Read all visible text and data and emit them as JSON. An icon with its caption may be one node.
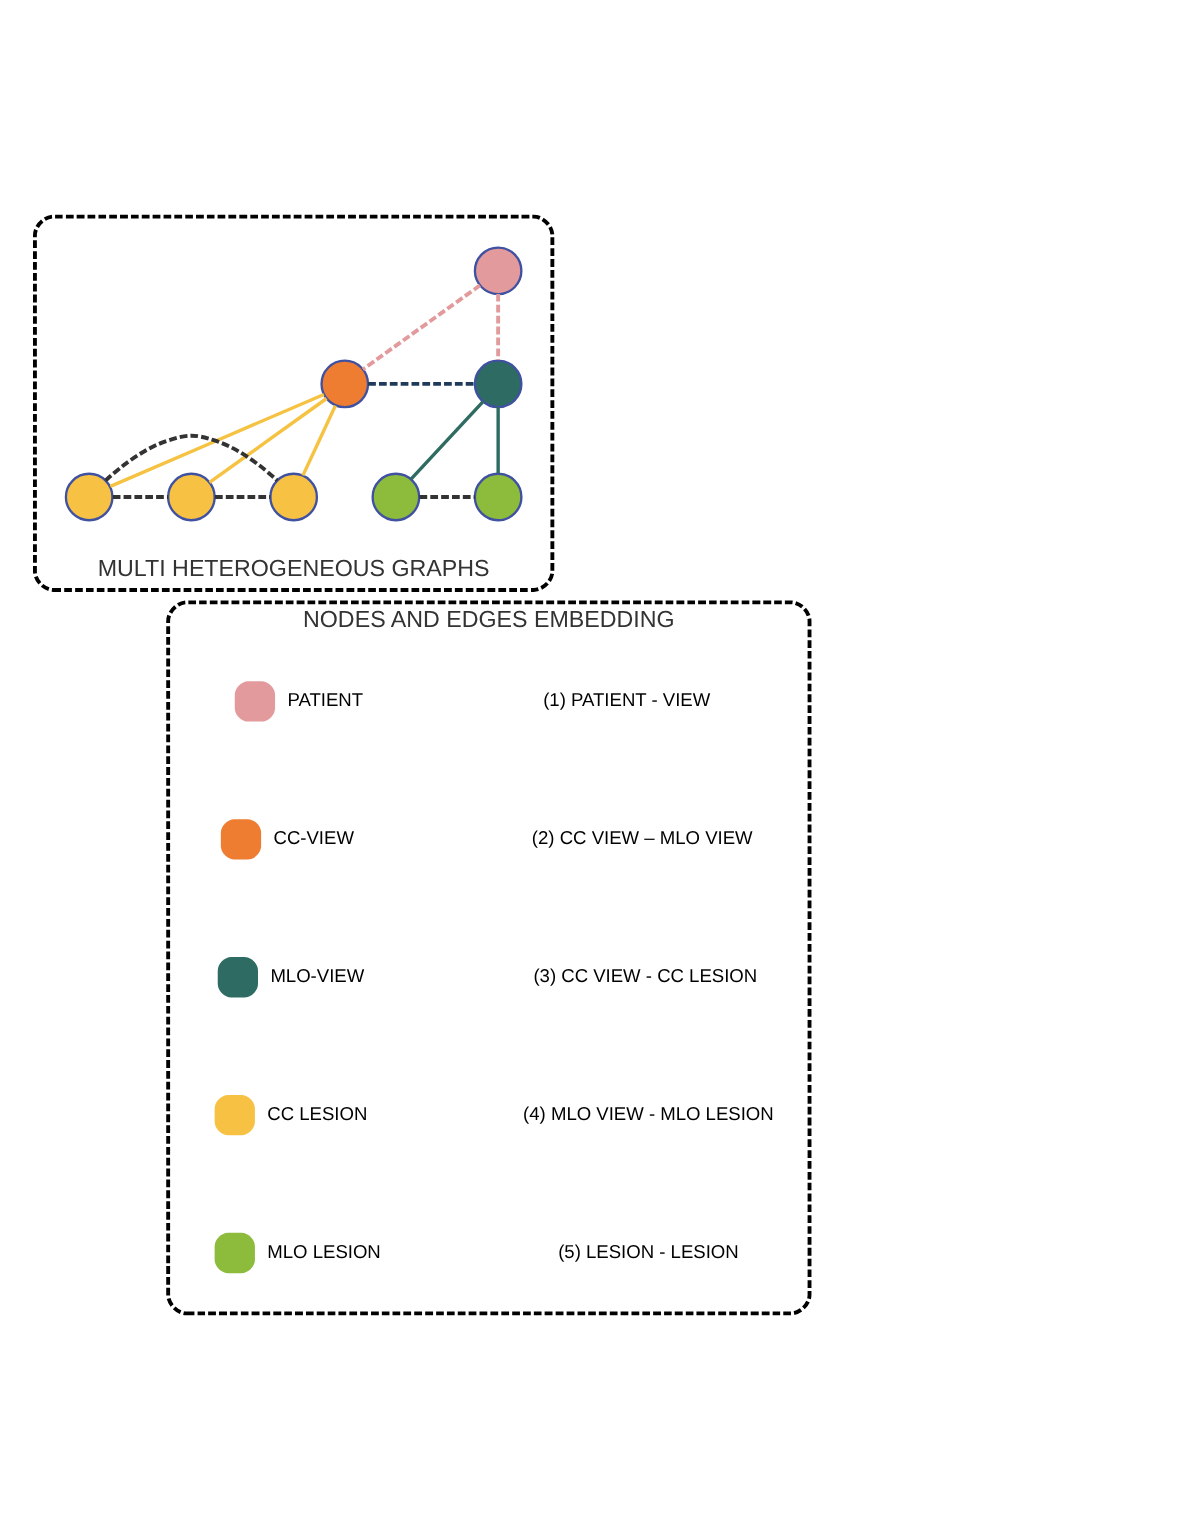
{
  "diagram": {
    "nodes": [
      {
        "text": [
          "MULTI HETEROGENEOUS GRAPHS"
        ]
      },
      {
        "text": [],
        "shape": "circle",
        "in": 0
      },
      {
        "text": [],
        "shape": "circle",
        "in": 0
      },
      {
        "text": [],
        "shape": "circle",
        "in": 0
      },
      {
        "text": [],
        "shape": "circle",
        "in": 0
      },
      {
        "text": [],
        "shape": "circle",
        "in": 0
      },
      {
        "text": [],
        "shape": "circle",
        "in": 0
      },
      {
        "text": [],
        "shape": "circle",
        "in": 0
      },
      {
        "text": [],
        "shape": "circle",
        "in": 0
      },
      {
        "text": [
          "NODES AND EDGES EMBEDDING"
        ]
      }
    ],
    "edges": [
      {
        "from": 1,
        "to": 2,
        "arrow": "none",
        "style": "dashed",
        "color": "#e39a9c"
      },
      {
        "from": 1,
        "to": 3,
        "arrow": "none",
        "style": "dashed",
        "color": "#e39a9c"
      },
      {
        "from": 2,
        "to": 3,
        "arrow": "none",
        "style": "dashed",
        "color": "#1f3a5a"
      },
      {
        "from": 2,
        "to": 4,
        "arrow": "none",
        "color": "#f5c242"
      },
      {
        "from": 2,
        "to": 5,
        "arrow": "none",
        "color": "#f5c242"
      },
      {
        "from": 2,
        "to": 6,
        "arrow": "none",
        "color": "#f5c242"
      },
      {
        "from": 3,
        "to": 7,
        "arrow": "none",
        "color": "#2e6b62"
      },
      {
        "from": 3,
        "to": 8,
        "arrow": "none",
        "color": "#2e6b62"
      },
      {
        "from": 4,
        "to": 5,
        "arrow": "none",
        "style": "dashed",
        "color": "#333333"
      },
      {
        "from": 5,
        "to": 6,
        "arrow": "none",
        "style": "dashed",
        "color": "#333333"
      },
      {
        "from": 4,
        "to": 6,
        "arrow": "none",
        "style": "dashed",
        "color": "#333333"
      },
      {
        "from": 7,
        "to": 8,
        "arrow": "none",
        "style": "dashed",
        "color": "#333333"
      }
    ],
    "legend": [
      {
        "text": "PATIENT",
        "color": "#e29a9d"
      },
      {
        "text": "CC-VIEW",
        "color": "#ef7d31"
      },
      {
        "text": "MLO-VIEW",
        "color": "#2e6b62"
      },
      {
        "text": "CC LESION",
        "color": "#f7c244"
      },
      {
        "text": "MLO LESION",
        "color": "#8dbb3c"
      },
      {
        "text": "(1) PATIENT - VIEW"
      },
      {
        "text": "(2) CC VIEW – MLO VIEW"
      },
      {
        "text": "(3) CC VIEW - CC LESION"
      },
      {
        "text": "(4) MLO VIEW - MLO LESION"
      },
      {
        "text": "(5) LESION - LESION"
      }
    ]
  }
}
